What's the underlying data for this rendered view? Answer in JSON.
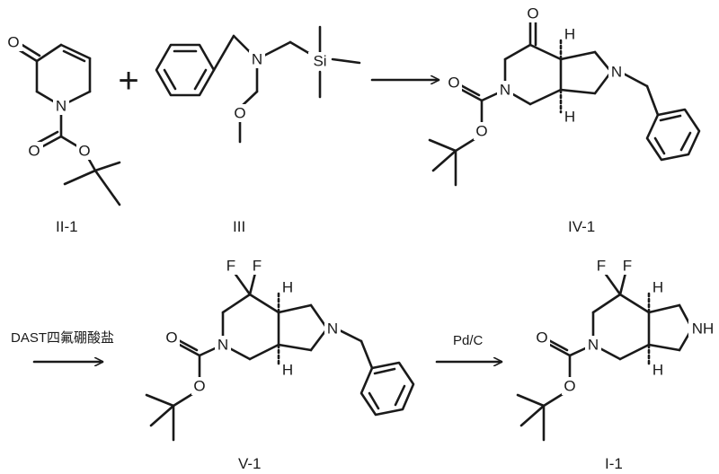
{
  "compounds": {
    "c1": {
      "label": "II-1"
    },
    "c2": {
      "label": "III"
    },
    "c3": {
      "label": "IV-1"
    },
    "c4": {
      "label": "V-1"
    },
    "c5": {
      "label": "I-1"
    }
  },
  "plus_sign": "+",
  "steps": {
    "step2": {
      "reagent": "DAST四氟硼酸盐"
    },
    "step3": {
      "reagent": "Pd/C"
    }
  },
  "atoms": {
    "O": "O",
    "N": "N",
    "Si": "Si",
    "F": "F",
    "H": "H",
    "NH": "NH"
  }
}
